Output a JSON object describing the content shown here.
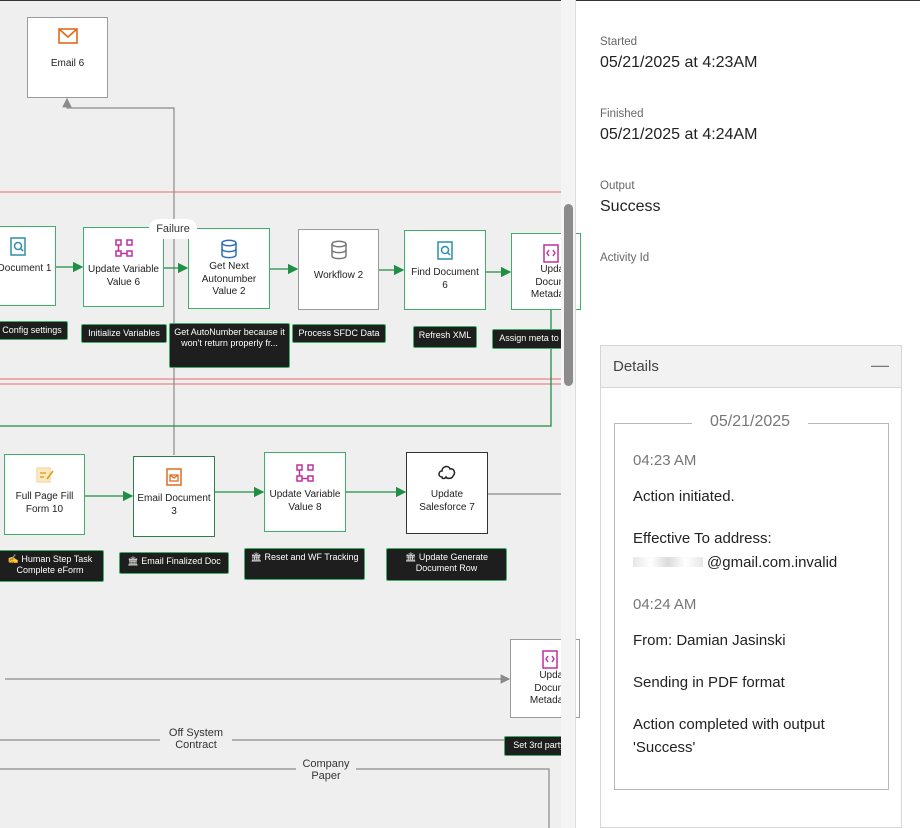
{
  "canvas": {
    "failure_label": "Failure",
    "off_system_label": "Off System\nContract",
    "company_paper_label": "Company\nPaper",
    "nodes": {
      "email6": "Email 6",
      "document1": "Document 1",
      "update_var6": "Update Variable Value 6",
      "get_next_auto": "Get Next Autonumber Value 2",
      "workflow2": "Workflow 2",
      "find_doc6": "Find Document 6",
      "update_doc_meta_top": "Updat Docum Metadat",
      "full_page_fill": "Full Page Fill Form 10",
      "email_doc3": "Email Document 3",
      "update_var8": "Update Variable Value 8",
      "update_sf7": "Update Salesforce 7",
      "update_doc_meta_bottom": "Updat Docum Metadat"
    },
    "tags": {
      "config": "Config settings",
      "init_vars": "Initialize Variables",
      "get_autonumber": "Get AutoNumber because it won't return properly fr...",
      "process_sfdc": "Process SFDC Data",
      "refresh_xml": "Refresh XML",
      "assign_meta": "Assign meta to",
      "human_step": "✍ Human Step Task Complete eForm",
      "email_finalized": "🏛 Email Finalized Doc",
      "reset_wf": "🏛 Reset and WF Tracking",
      "update_generate": "🏛 Update Generate Document Row",
      "set_3rd_party": "Set 3rd party"
    }
  },
  "panel": {
    "started_label": "Started",
    "started_value": "05/21/2025 at 4:23AM",
    "finished_label": "Finished",
    "finished_value": "05/21/2025 at 4:24AM",
    "output_label": "Output",
    "output_value": "Success",
    "activity_label": "Activity Id",
    "details": {
      "title": "Details",
      "collapse_symbol": "—",
      "date": "05/21/2025",
      "time1": "04:23 AM",
      "line1": "Action initiated.",
      "line2": "Effective To address:",
      "line3": "@gmail.com.invalid",
      "time2": "04:24 AM",
      "line4": "From: Damian Jasinski",
      "line5": "Sending in PDF format",
      "line6": "Action completed with output 'Success'"
    }
  },
  "colors": {
    "green_wire": "#1f8f45",
    "red_line": "#e46a6a",
    "gray_wire": "#8a8a8a",
    "orange_icon": "#e06b1f",
    "magenta_icon": "#c0309c",
    "blue_icon": "#2f6fb3",
    "teal_icon": "#2b8fa8"
  }
}
